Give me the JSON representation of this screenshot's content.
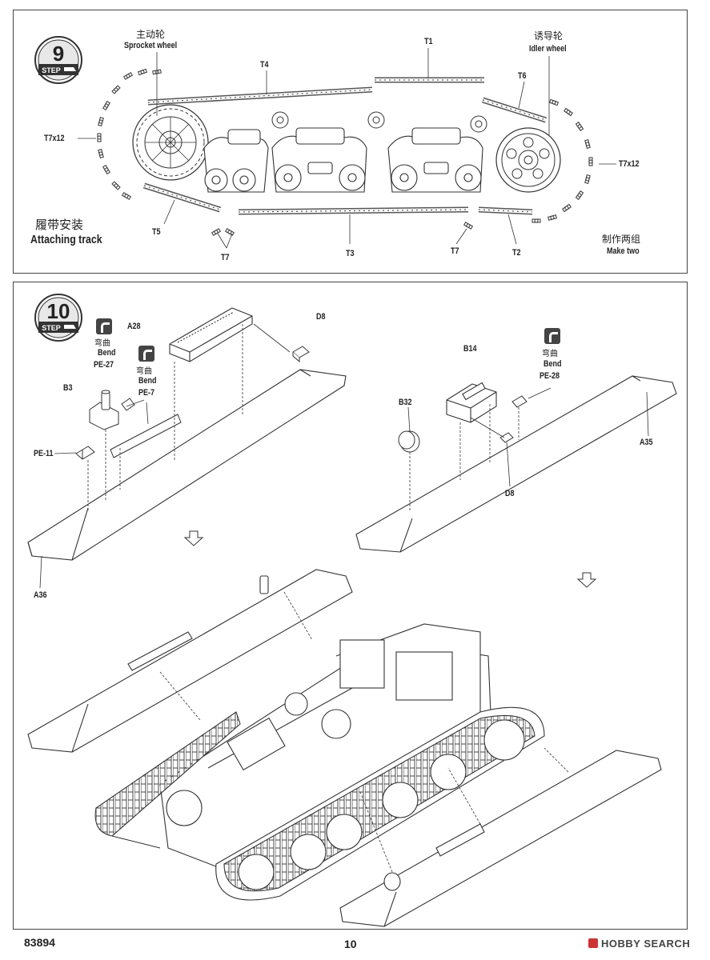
{
  "step9": {
    "number": "9",
    "step_word": "STEP",
    "labels": {
      "sprocket_cn": "主动轮",
      "sprocket_en": "Sprocket wheel",
      "idler_cn": "诱导轮",
      "idler_en": "Idler wheel",
      "t1": "T1",
      "t2": "T2",
      "t3": "T3",
      "t4": "T4",
      "t5": "T5",
      "t6": "T6",
      "t7a": "T7",
      "t7b": "T7",
      "t7x12_left": "T7x12",
      "t7x12_right": "T7x12",
      "attach_cn": "履带安装",
      "attach_en": "Attaching track",
      "make_two_cn": "制作两组",
      "make_two_en": "Make two"
    }
  },
  "step10": {
    "number": "10",
    "step_word": "STEP",
    "labels": {
      "a28": "A28",
      "d8_top": "D8",
      "d8_right": "D8",
      "bend_cn_1": "弯曲",
      "bend_1": "Bend",
      "pe27": "PE-27",
      "bend_cn_2": "弯曲",
      "bend_2": "Bend",
      "pe7": "PE-7",
      "b3": "B3",
      "pe11": "PE-11",
      "a36": "A36",
      "b14": "B14",
      "bend_cn_3": "弯曲",
      "bend_3": "Bend",
      "pe28": "PE-28",
      "b32": "B32",
      "a35": "A35"
    }
  },
  "footer": {
    "kit_number": "83894",
    "page_number": "10",
    "watermark": "HOBBY SEARCH"
  }
}
